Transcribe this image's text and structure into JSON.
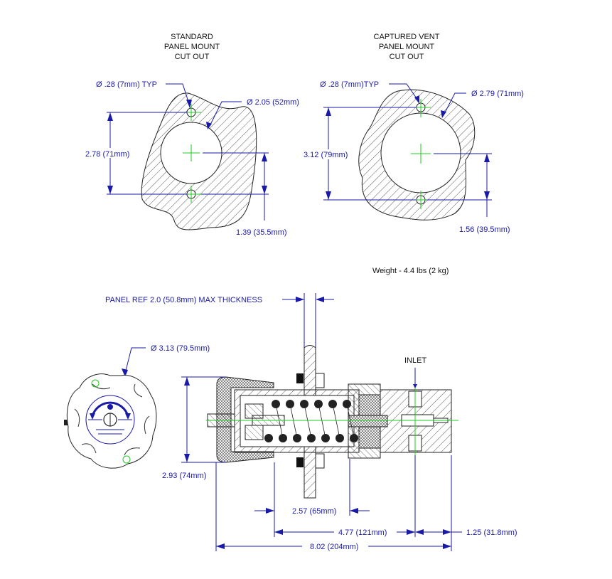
{
  "drawing": {
    "colors": {
      "dimension": "#1a1aa8",
      "outline": "#222222",
      "centerline": "#22cc22",
      "background": "#ffffff"
    },
    "standard_cutout": {
      "title": [
        "STANDARD",
        "PANEL MOUNT",
        "CUT OUT"
      ],
      "hole_callout": "Ø .28 (7mm) TYP",
      "bore_callout": "Ø 2.05 (52mm)",
      "hole_spacing": "2.78 (71mm)",
      "center_offset": "1.39 (35.5mm)"
    },
    "captured_vent_cutout": {
      "title": [
        "CAPTURED VENT",
        "PANEL MOUNT",
        "CUT OUT"
      ],
      "hole_callout": "Ø .28 (7mm)TYP",
      "bore_callout": "Ø 2.79 (71mm)",
      "hole_spacing": "3.12 (79mm)",
      "center_offset": "1.56 (39.5mm)"
    },
    "weight": "Weight - 4.4 lbs (2 kg)",
    "panel_ref": "PANEL REF 2.0 (50.8mm) MAX THICKNESS",
    "knob": {
      "diameter_callout": "Ø 3.13 (79.5mm)"
    },
    "section_view": {
      "inlet_label": "INLET",
      "height_dim": "2.93 (74mm)",
      "body_dim": "2.57 (65mm)",
      "mid_dim": "4.77 (121mm)",
      "inlet_dim": "1.25 (31.8mm)",
      "overall_dim": "8.02 (204mm)"
    }
  }
}
